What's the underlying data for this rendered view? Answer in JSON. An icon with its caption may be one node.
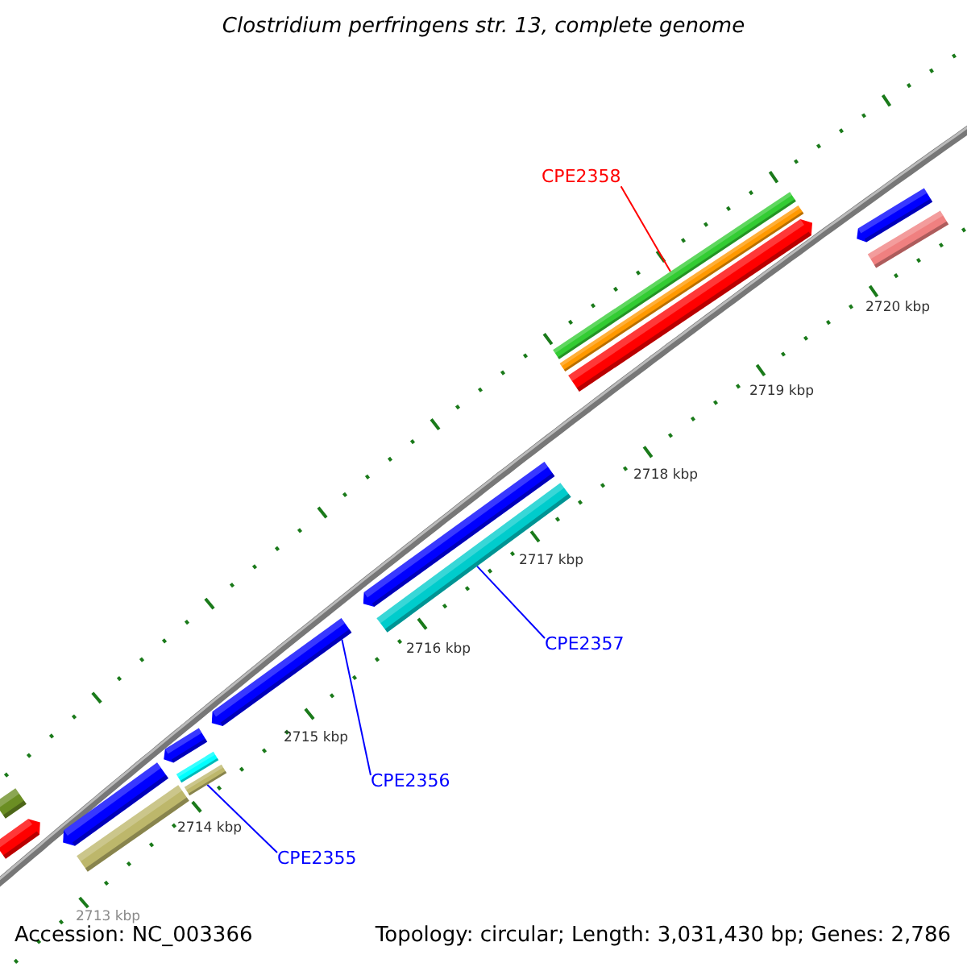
{
  "diagram": {
    "title": "Clostridium perfringens str. 13, complete genome",
    "nodes": [
      {
        "text": [
          "CPE2358"
        ]
      },
      {
        "text": [],
        "shape": "bar"
      },
      {
        "text": [],
        "shape": "bar"
      },
      {
        "text": [],
        "shape": "bar"
      },
      {
        "text": [],
        "shape": "bar"
      },
      {
        "text": [],
        "shape": "bar"
      },
      {
        "text": [],
        "shape": "bar"
      },
      {
        "text": [],
        "shape": "bar"
      },
      {
        "text": [
          "CPE2357"
        ]
      },
      {
        "text": [],
        "shape": "bar"
      },
      {
        "text": [],
        "shape": "bar"
      },
      {
        "text": [],
        "shape": "bar"
      },
      {
        "text": [],
        "shape": "bar"
      },
      {
        "text": [],
        "shape": "bar"
      },
      {
        "text": [
          "CPE2356"
        ]
      },
      {
        "text": [],
        "shape": "bar"
      },
      {
        "text": [],
        "shape": "bar"
      },
      {
        "text": [],
        "shape": "bar"
      },
      {
        "text": [
          "CPE2355"
        ]
      }
    ],
    "edges": [
      {
        "from": 0,
        "to": 1,
        "arrow": "none",
        "color": "#ff0000"
      },
      {
        "from": 8,
        "to": 7,
        "arrow": "none"
      },
      {
        "from": 14,
        "to": 9,
        "arrow": "none"
      },
      {
        "from": 18,
        "to": 13,
        "arrow": "none"
      }
    ],
    "labels": [
      "2720 kbp",
      "2719 kbp",
      "2718 kbp",
      "2717 kbp",
      "2716 kbp",
      "2715 kbp",
      "2714 kbp",
      "2713 kbp",
      "Accession: NC_003366",
      "Topology: circular; Length: 3,031,430 bp; Genes: 2,786"
    ]
  }
}
